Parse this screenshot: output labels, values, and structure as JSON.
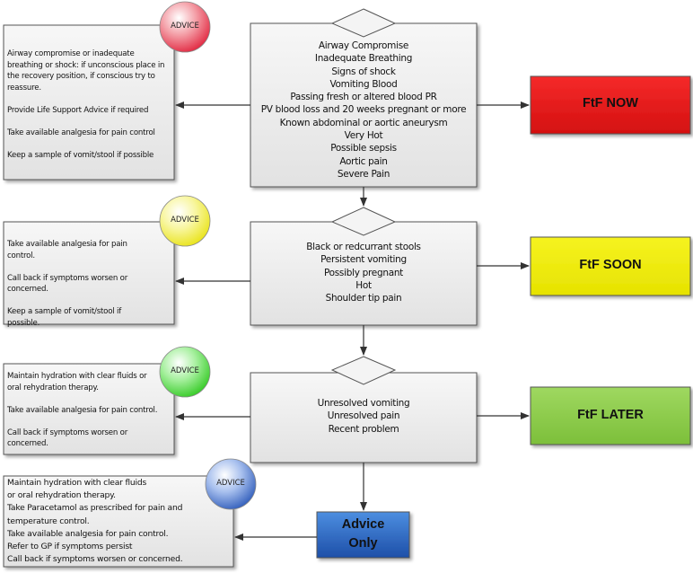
{
  "criteria": [
    [
      "Airway Compromise",
      "Inadequate Breathing",
      "Signs of shock",
      "Vomiting Blood",
      "Passing fresh or altered blood PR",
      "PV blood loss and 20 weeks pregnant or more",
      "Known abdominal or aortic aneurysm",
      "Very Hot",
      "Possible sepsis",
      "Aortic pain",
      "Severe Pain"
    ],
    [
      "Black or redcurrant stools",
      "Persistent vomiting",
      "Possibly pregnant",
      "Hot",
      "Shoulder tip pain"
    ],
    [
      "Unresolved vomiting",
      "Unresolved pain",
      "Recent problem"
    ]
  ],
  "advice": [
    [
      "Airway compromise or inadequate breathing or shock: if unconscious place in the recovery position, if conscious try to reassure.",
      "Provide Life Support Advice if required",
      "Take available analgesia for pain control",
      "Keep a sample of vomit/stool if possible"
    ],
    [
      "Take available analgesia for pain control.",
      "Call back if symptoms worsen or concerned.",
      "Keep a sample of vomit/stool if possible."
    ],
    [
      "Maintain hydration with clear fluids or oral rehydration therapy.",
      "Take available analgesia for pain control.",
      "Call back if symptoms worsen or concerned."
    ],
    [
      "Maintain hydration with clear fluids",
      "or oral rehydration therapy.",
      "Take Paracetamol as prescribed for pain and",
      "temperature control.",
      "Take available analgesia for pain control.",
      "Refer to GP if symptoms persist",
      "Call back if symptoms worsen or concerned."
    ]
  ],
  "badges": [
    "ADVICE",
    "ADVICE",
    "ADVICE",
    "ADVICE"
  ],
  "outcomes": {
    "now": "FtF NOW",
    "soon": "FtF SOON",
    "later": "FtF LATER",
    "advice_line1": "Advice",
    "advice_line2": "Only"
  },
  "colors": {
    "now": "#ee1c1c",
    "soon": "#f2ee08",
    "later": "#92d050",
    "advice_only": "#2e6fc8",
    "badge_red": "#e8203a",
    "badge_yellow": "#f0ee20",
    "badge_green": "#3ed42c",
    "badge_blue": "#3060c0"
  }
}
